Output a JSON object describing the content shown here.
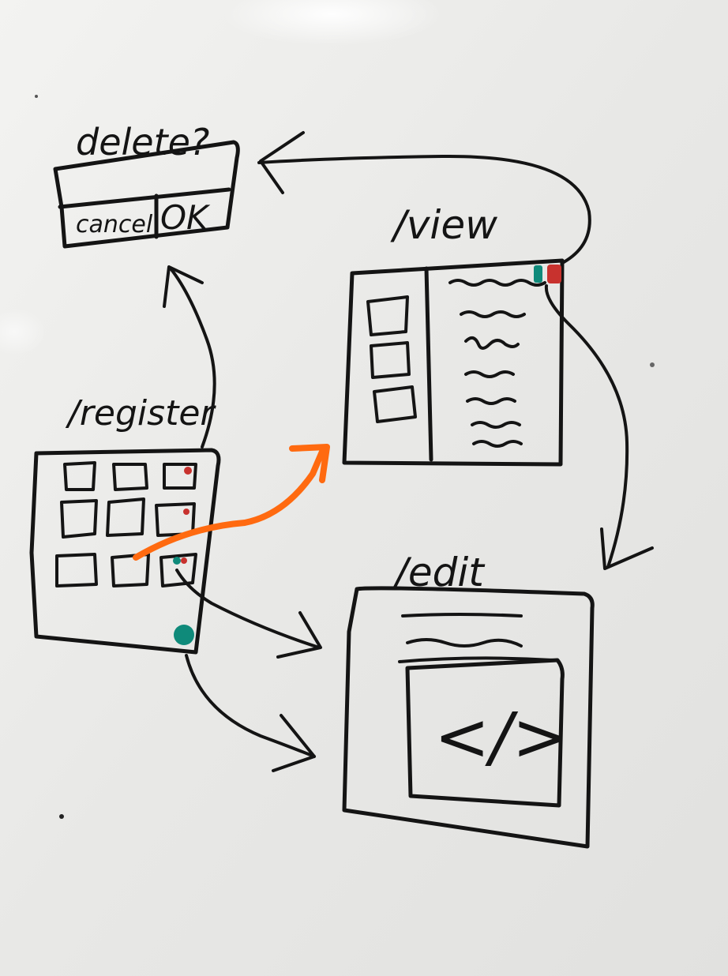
{
  "colors": {
    "board": "#e9e9e7",
    "ink": "#141414",
    "red_marker": "#c8322e",
    "teal_marker": "#0f8a7a",
    "orange_marker": "#ff6a10"
  },
  "screens": {
    "delete": {
      "title": "delete?",
      "cancel_label": "cancel",
      "ok_label": "OK"
    },
    "view": {
      "title": "/view",
      "icons": [
        "teal-action-icon",
        "red-action-icon"
      ]
    },
    "register": {
      "title": "/register"
    },
    "edit": {
      "title": "/edit",
      "code_glyph": "</>"
    }
  },
  "flows": [
    {
      "from": "register",
      "to": "delete"
    },
    {
      "from": "view",
      "to": "delete"
    },
    {
      "from": "view",
      "to": "edit"
    },
    {
      "from": "register",
      "to": "view",
      "color": "orange"
    },
    {
      "from": "register",
      "to": "edit"
    },
    {
      "from": "register",
      "to": "edit"
    }
  ]
}
